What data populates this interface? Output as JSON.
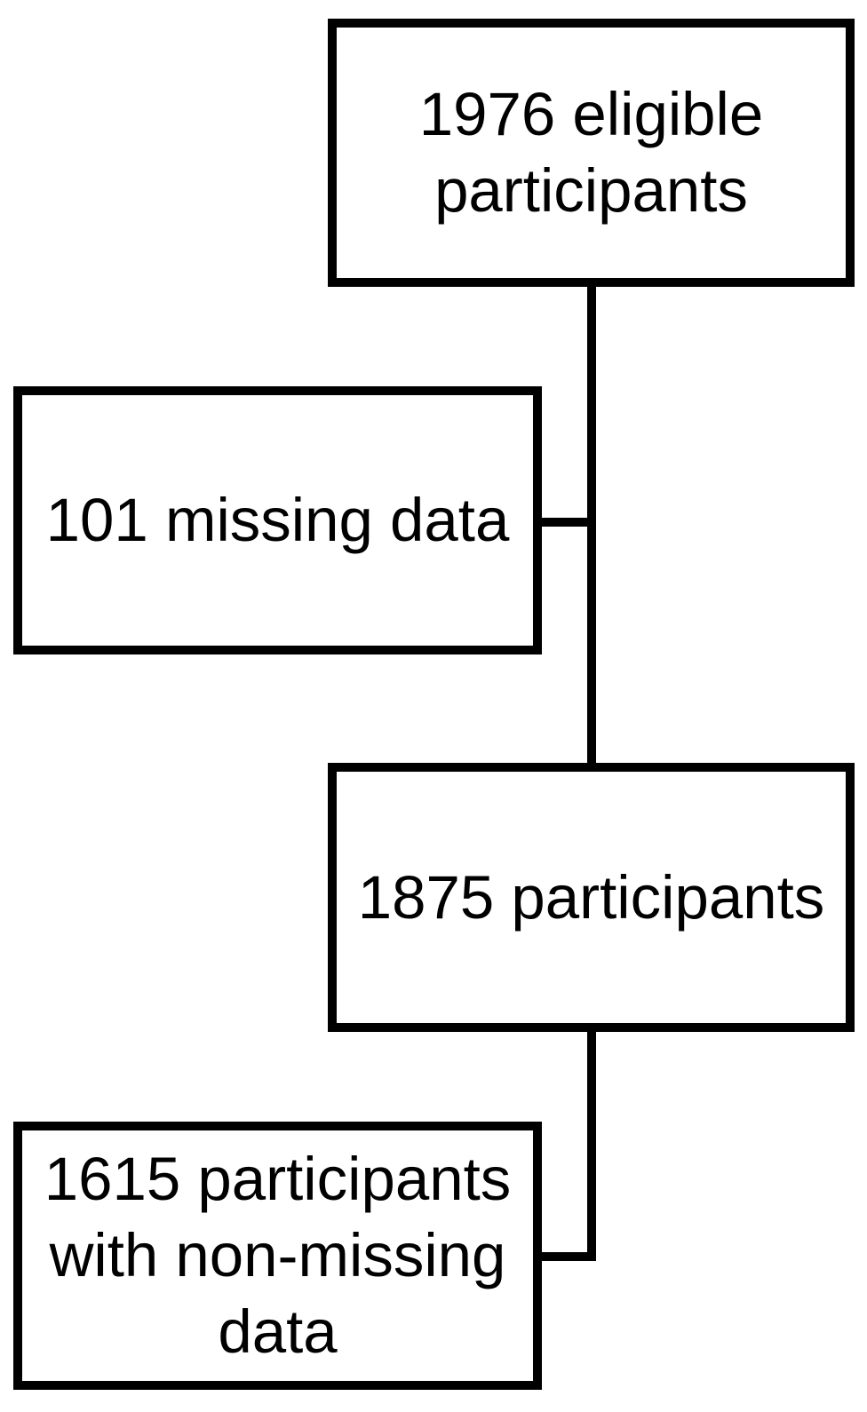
{
  "diagram": {
    "type": "flowchart",
    "background_color": "#ffffff",
    "ink_color": "#000000",
    "nodes": [
      {
        "id": "eligible",
        "text": "1976 eligible\nparticipants"
      },
      {
        "id": "missing-data",
        "text": "101 missing data"
      },
      {
        "id": "participants",
        "text": "1875 participants"
      },
      {
        "id": "non-missing-data",
        "text": "1615 participants\nwith non-missing\ndata"
      }
    ],
    "edges": [
      {
        "from": "eligible",
        "to": "participants",
        "branch": "missing-data"
      },
      {
        "from": "participants",
        "to": "non-missing-data"
      }
    ]
  }
}
